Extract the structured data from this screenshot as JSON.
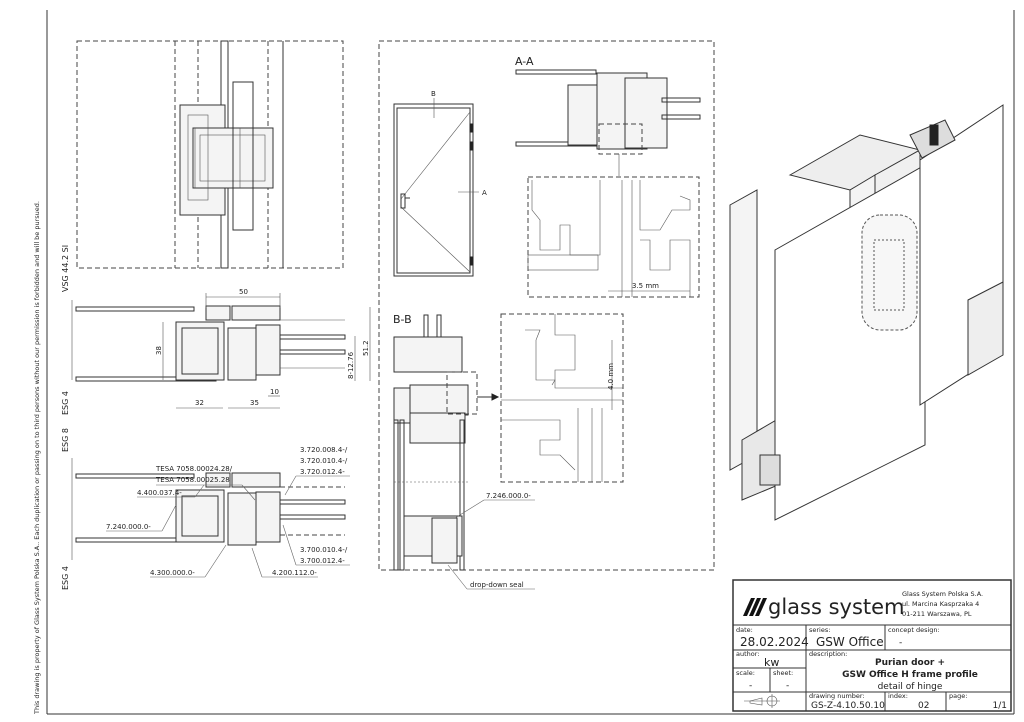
{
  "notice": "This drawing is property of Glass System Polska S.A.. Each duplication or passing on to third persons without our permission is forbidden and will be pursued.",
  "glass_labels": [
    "VSG 44.2 SI",
    "ESG 4",
    "ESG 8",
    "ESG 4"
  ],
  "dimensions": {
    "width_50": "50",
    "h_38": "38",
    "w_32": "32",
    "w_35": "35",
    "w_10": "10",
    "h_51_2": "51.2",
    "glass_range": "8-12.76"
  },
  "part_labels": {
    "tesa_1": "TESA 7058.00024.28/",
    "tesa_2": "TESA 7058.00025.28",
    "p_4400037": "4.400.037.4-",
    "p_7240000": "7.240.000.0-",
    "p_4300000": "4.300.000.0-",
    "p_4200112": "4.200.112.0-",
    "p_3720008": "3.720.008.4-/",
    "p_3720010": "3.720.010.4-/",
    "p_3720012": "3.720.012.4-",
    "p_3700010": "3.700.010.4-/",
    "p_3700012": "3.700.012.4-",
    "p_7246000": "7.246.000.0-",
    "drop_down_seal": "drop-down seal"
  },
  "sections": {
    "aa": "A-A",
    "bb": "B-B",
    "a_marker": "A",
    "b_marker": "B",
    "gap_aa": "3.5 mm",
    "gap_bb": "4.0 mm"
  },
  "title_block": {
    "logo": "glass system",
    "company": [
      "Glass System Polska S.A.",
      "ul. Marcina Kasprzaka 4",
      "01-211 Warszawa, PL"
    ],
    "date_label": "date:",
    "date": "28.02.2024",
    "series_label": "series:",
    "series": "GSW Office",
    "concept_label": "concept design:",
    "concept": "-",
    "author_label": "author:",
    "author": "kw",
    "scale_label": "scale:",
    "scale": "-",
    "sheet_label": "sheet:",
    "sheet": "-",
    "description_label": "description:",
    "description": [
      "Purian door +",
      "GSW Office H frame profile",
      "detail of hinge"
    ],
    "drawing_number_label": "drawing number:",
    "drawing_number": "GS-Z-4.10.50.10",
    "index_label": "index:",
    "index": "02",
    "page_label": "page:",
    "page": "1/1"
  }
}
